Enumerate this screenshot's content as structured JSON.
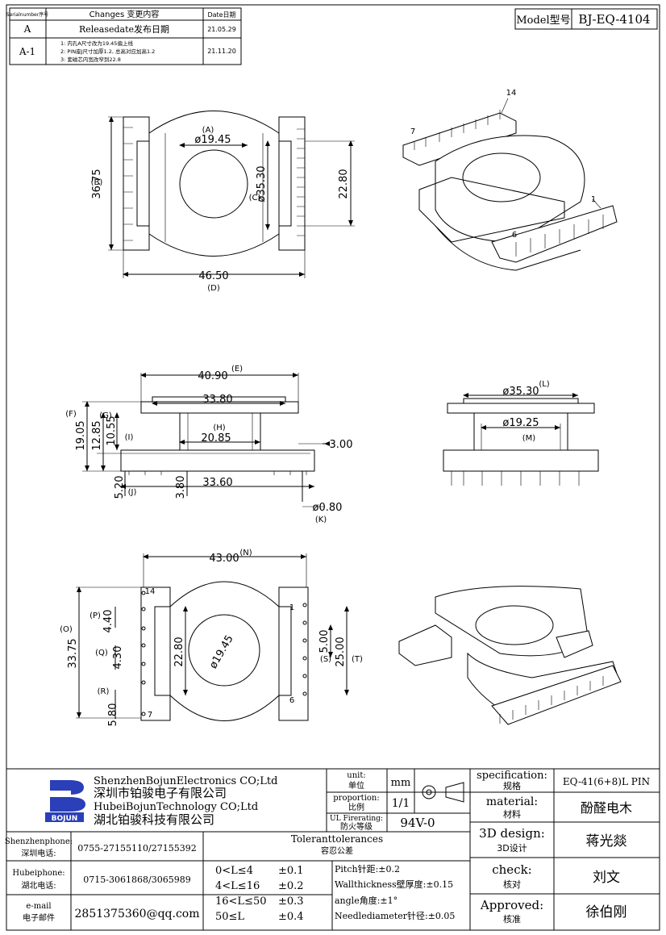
{
  "revision_table": {
    "headers": {
      "serial": "Serialnumber序号",
      "changes": "Changes 变更内容",
      "date": "Date日期"
    },
    "rows": [
      {
        "serial": "A",
        "changes": "Releasedate发布日期",
        "date": "21.05.29"
      },
      {
        "serial": "A-1",
        "notes": [
          "1: 内孔A尺寸改为19.45偏上线",
          "2: PIN座J尺寸加厚1.2, 总高对应加高1.2",
          "3: 套磁芯内宽改窄到22.8"
        ],
        "date": "21.11.20"
      }
    ]
  },
  "model": {
    "label": "Model型号",
    "value": "BJ-EQ-4104"
  },
  "dimensions": {
    "A": "ø19.45",
    "A_tag": "(A)",
    "B": "36.75",
    "B_tag": "(B)",
    "C": "ø35.30",
    "C_tag": "(C)",
    "C2": "22.80",
    "D": "46.50",
    "D_tag": "(D)",
    "E": "40.90",
    "E_tag": "(E)",
    "E2": "33.80",
    "F": "19.05",
    "F_tag": "(F)",
    "G": "12.85",
    "G_tag": "(G)",
    "H": "20.85",
    "H_tag": "(H)",
    "I": "10.55",
    "I_tag": "(I)",
    "J": "5.20",
    "J_tag": "(J)",
    "J2": "3.80",
    "J3": "33.60",
    "K": "ø0.80",
    "K_tag": "(K)",
    "K2": "3.00",
    "L": "ø35.30",
    "L_tag": "(L)",
    "M": "ø19.25",
    "M_tag": "(M)",
    "N": "43.00",
    "N_tag": "(N)",
    "O": "33.75",
    "O_tag": "(O)",
    "P": "4.40",
    "P_tag": "(P)",
    "Q": "4.30",
    "Q_tag": "(Q)",
    "R": "5.80",
    "R_tag": "(R)",
    "S": "5.00",
    "S_tag": "(S)",
    "T": "25.00",
    "T_tag": "(T)",
    "bot_inner": "22.80",
    "bot_dia": "ø19.45"
  },
  "pin_labels": {
    "p14": "14",
    "p7": "7",
    "p1": "1",
    "p6": "6"
  },
  "title_block": {
    "company_en_1": "ShenzhenBojunElectronics CO;Ltd",
    "company_cn_1": "深圳市铂骏电子有限公司",
    "company_en_2": "HubeiBojunTechnology CO;Ltd",
    "company_cn_2": "湖北铂骏科技有限公司",
    "logo_text": "BOJUN",
    "unit_label_en": "unit:",
    "unit_label_cn": "单位",
    "unit_value": "mm",
    "proportion_en": "proportion:",
    "proportion_cn": "比例",
    "proportion_value": "1/1",
    "ul_en": "UL Firerating:",
    "ul_cn": "防火等级",
    "ul_value": "94V-0",
    "spec_en": "specification:",
    "spec_cn": "规格",
    "spec_value": "EQ-41(6+8)L PIN",
    "material_en": "material:",
    "material_cn": "材料",
    "material_value": "酚醛电木",
    "design_en": "3D design:",
    "design_cn": "3D设计",
    "design_value": "蒋光燚",
    "check_en": "check:",
    "check_cn": "核对",
    "check_value": "刘文",
    "approved_en": "Approved:",
    "approved_cn": "核准",
    "approved_value": "徐伯刚",
    "sz_phone_en": "Shenzhenphone:",
    "sz_phone_cn": "深圳电话:",
    "sz_phone_value": "0755-27155110/27155392",
    "hb_phone_en": "Hubeiphone:",
    "hb_phone_cn": "湖北电话:",
    "hb_phone_value": "0715-3061868/3065989",
    "email_en": "e-mail",
    "email_cn": "电子邮件",
    "email_value": "2851375360@qq.com",
    "tol_en": "Toleranttolerances",
    "tol_cn": "容忍公差",
    "tol_ranges": [
      "0<L≤4",
      "4<L≤16",
      "16<L≤50",
      "50≤L"
    ],
    "tol_values": [
      "±0.1",
      "±0.2",
      "±0.3",
      "±0.4"
    ],
    "tol_notes": [
      "Pitch针距:±0.2",
      "Wallthickness壁厚度:±0.15",
      "angle角度:±1°",
      "Needlediameter针径:±0.05"
    ]
  }
}
